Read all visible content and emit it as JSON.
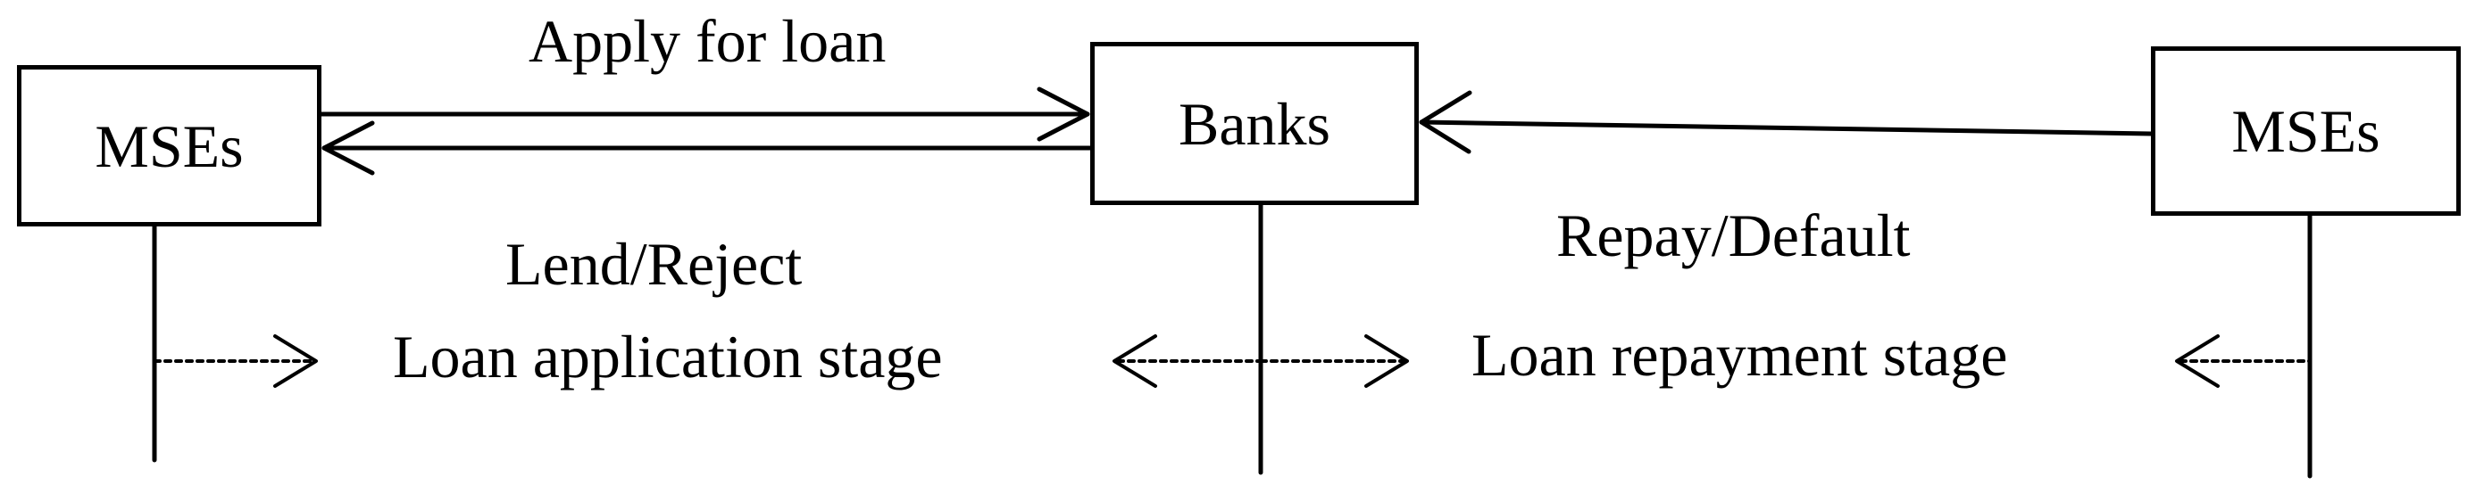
{
  "nodes": {
    "left_mses": "MSEs",
    "banks": "Banks",
    "right_mses": "MSEs"
  },
  "edges": {
    "apply": "Apply for loan",
    "lend_reject": "Lend/Reject",
    "repay_default": "Repay/Default"
  },
  "stages": {
    "application": "Loan application stage",
    "repayment": "Loan repayment stage"
  },
  "colors": {
    "line": "#000000",
    "background": "#ffffff"
  }
}
